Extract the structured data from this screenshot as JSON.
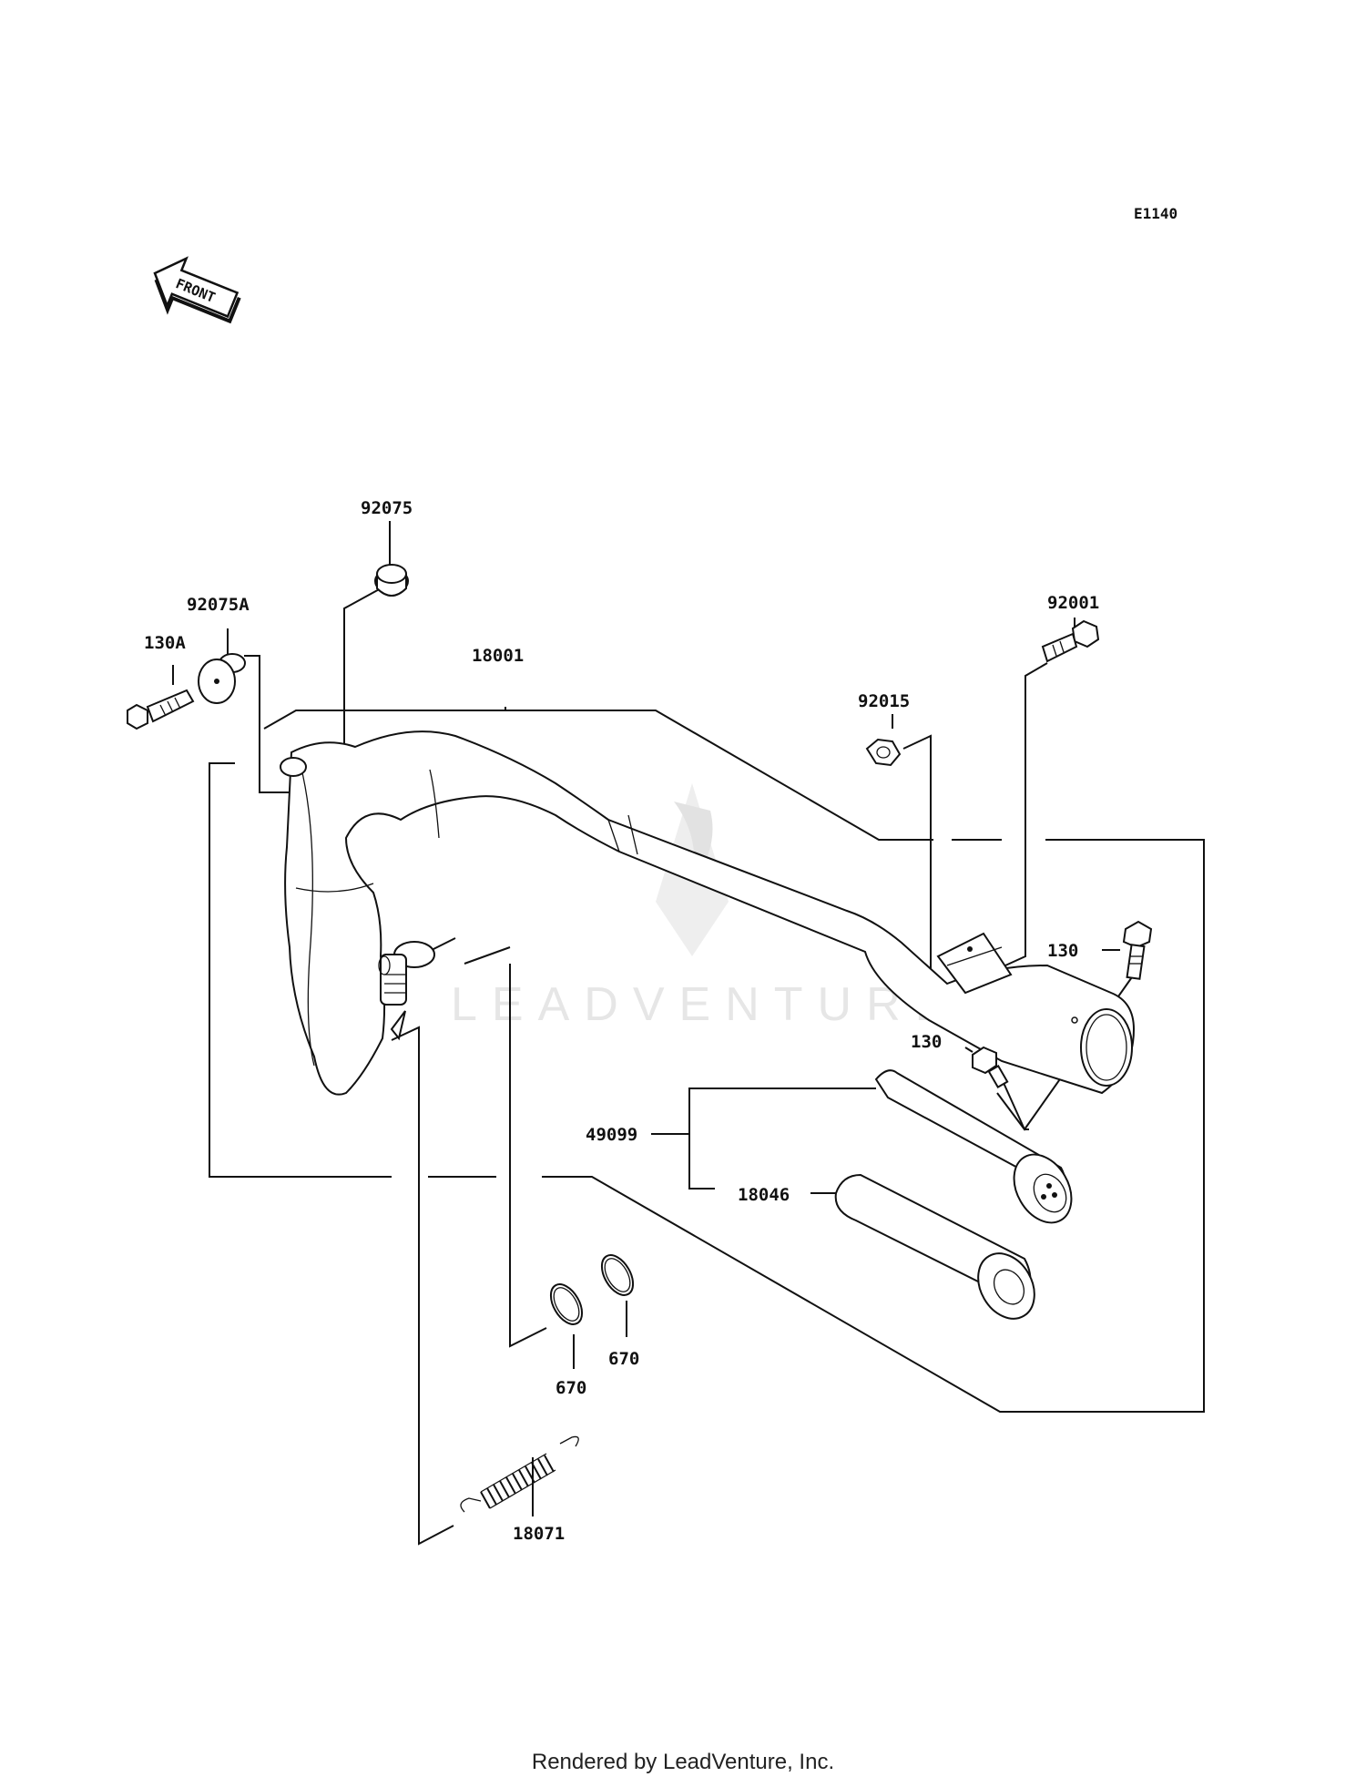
{
  "diagram_code": "E1140",
  "front_label": "FRONT",
  "watermark": "LEADVENTURE",
  "footer": "Rendered by LeadVenture, Inc.",
  "parts": {
    "p92075": "92075",
    "p92075A": "92075A",
    "p130A": "130A",
    "p18001": "18001",
    "p92015": "92015",
    "p92001": "92001",
    "p130a": "130",
    "p130b": "130",
    "p49099": "49099",
    "p18046": "18046",
    "p670a": "670",
    "p670b": "670",
    "p18071": "18071"
  }
}
